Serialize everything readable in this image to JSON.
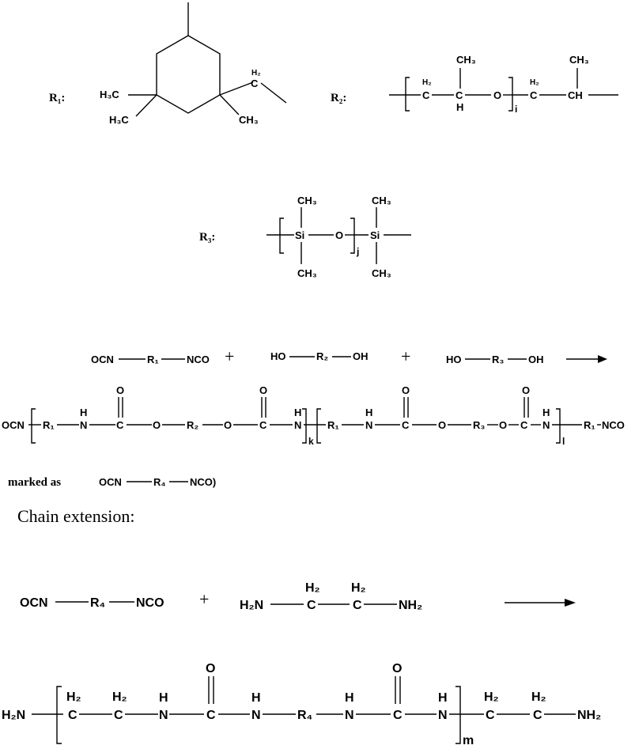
{
  "labels": {
    "r1": "R₁:",
    "r2": "R₂:",
    "r3": "R₃:",
    "r4": "R₄"
  },
  "atoms": {
    "h3c": "H₃C",
    "ch3": "CH₃",
    "h2": "H₂",
    "h": "H",
    "c": "C",
    "ch": "CH",
    "o": "O",
    "si": "Si",
    "ocn": "OCN",
    "nco": "NCO",
    "ho": "HO",
    "oh": "OH",
    "r1_atom": "R₁",
    "r2_atom": "R₂",
    "r3_atom": "R₃",
    "n": "N",
    "nh2": "NH₂",
    "h2n": "H₂N",
    "nco_bracket": "NCO)"
  },
  "subscripts": {
    "i": "i",
    "j": "j",
    "k": "k",
    "l": "l",
    "m": "m"
  },
  "operators": {
    "plus": "+"
  },
  "text": {
    "marked_as": "marked as",
    "chain_extension": "Chain extension:"
  }
}
